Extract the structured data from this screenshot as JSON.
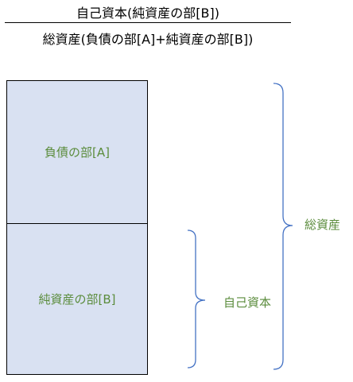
{
  "formula": {
    "numerator": "自己資本(純資産の部[B])",
    "denominator": "総資産(負債の部[A]+純資産の部[B])"
  },
  "boxes": {
    "liabilities_label": "負債の部[A]",
    "net_assets_label": "純資産の部[B]"
  },
  "braces": {
    "total_assets_label": "総資産",
    "equity_label": "自己資本"
  },
  "colors": {
    "box_fill": "#d9e1f2",
    "brace_stroke": "#4472c4",
    "label_text": "#5b8c3c"
  }
}
